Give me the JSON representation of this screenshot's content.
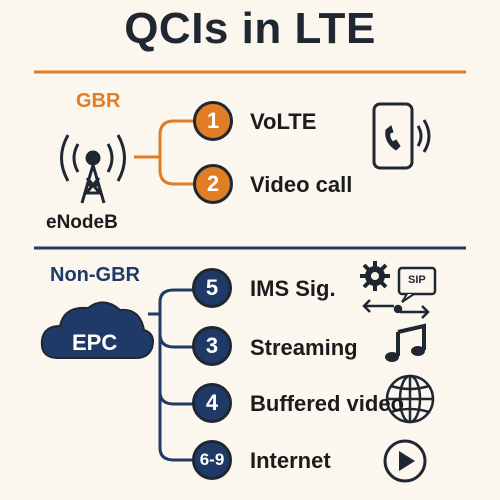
{
  "title": "QCIs in LTE",
  "colors": {
    "gbr": "#e07d25",
    "non_gbr": "#1f3a66",
    "text": "#1f2733",
    "background": "#fbf7ef"
  },
  "gbr": {
    "label": "GBR",
    "source": "eNodeB",
    "source_icon": "cell-tower-icon",
    "items": [
      {
        "qci": "1",
        "label": "VoLTE",
        "icon": "phone-call-icon"
      },
      {
        "qci": "2",
        "label": "Video call",
        "icon": ""
      }
    ]
  },
  "non_gbr": {
    "label": "Non-GBR",
    "source": "EPC",
    "source_icon": "cloud-icon",
    "items": [
      {
        "qci": "5",
        "label": "IMS Sig.",
        "icon": "sip-signaling-icon",
        "icon_text": "SIP"
      },
      {
        "qci": "3",
        "label": "Streaming",
        "icon": "music-note-icon"
      },
      {
        "qci": "4",
        "label": "Buffered video",
        "icon": "globe-icon"
      },
      {
        "qci": "6-9",
        "label": "Internet",
        "icon": "play-icon"
      }
    ]
  }
}
